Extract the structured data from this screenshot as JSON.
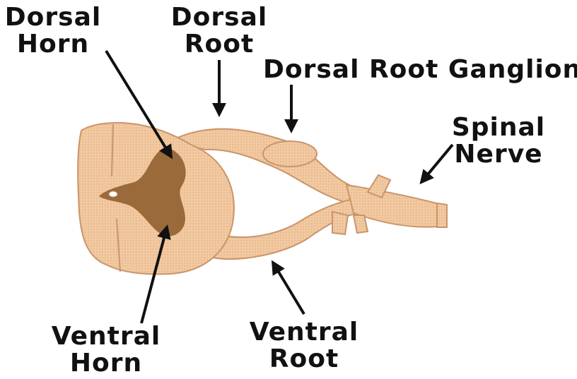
{
  "labels": {
    "dorsal_horn": [
      "Dorsal",
      "Horn"
    ],
    "dorsal_root": [
      "Dorsal",
      "Root"
    ],
    "dorsal_root_ganglion": "Dorsal Root Ganglion",
    "spinal_nerve": [
      "Spinal",
      "Nerve"
    ],
    "ventral_horn": [
      "Ventral",
      "Horn"
    ],
    "ventral_root": [
      "Ventral",
      "Root"
    ]
  },
  "colors": {
    "tissue": "#F2C9A0",
    "tissue_edge": "#C9956A",
    "grey_matter": "#9B6A3A",
    "arrow": "#111111",
    "text": "#111111"
  }
}
